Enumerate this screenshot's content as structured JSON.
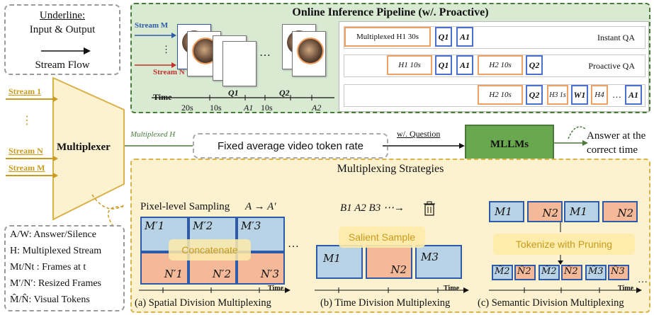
{
  "legend": {
    "underline_title": "Underline:",
    "underline_desc": "Input & Output",
    "stream_flow": "Stream Flow"
  },
  "inputs": {
    "stream1": "Stream 1",
    "dots": "⋮",
    "streamN": "Stream N",
    "streamM": "Stream M",
    "multiplexer": "Multiplexer"
  },
  "pipeline": {
    "title": "Online Inference Pipeline (w/. Proactive)",
    "stream_m": "Stream M",
    "stream_n": "Stream N",
    "frame_dots": "⋮",
    "ellipsis": "…",
    "time_label": "Time",
    "timeline_labels": [
      "20s",
      "10s",
      "Q1",
      "A1",
      "10s",
      "Q2",
      "A2"
    ],
    "rows": [
      {
        "label": "Instant QA",
        "tokens": [
          "Multiplexed H1 30s",
          "Q1",
          "A1"
        ]
      },
      {
        "label": "Proactive QA",
        "tokens": [
          "H1 10s",
          "Q1",
          "A1",
          "H2 10s",
          "Q2"
        ]
      },
      {
        "label": "",
        "tokens": [
          "H2 10s",
          "Q2",
          "H3 1s",
          "W1",
          "H4",
          "…",
          "A1"
        ]
      }
    ]
  },
  "middle": {
    "multiplexed_h": "Multiplexed H",
    "token_rate": "Fixed average video token rate",
    "with_question": "w/. Question",
    "mllm": "MLLMs",
    "answer1": "Answer at the",
    "answer2": "correct time"
  },
  "strategies": {
    "title": "Multiplexing Strategies",
    "pixel_sampling": "Pixel-level Sampling",
    "pixel_formula": "A → A′",
    "tiles_top": [
      "M′1",
      "M′2",
      "M′3"
    ],
    "tiles_bottom": [
      "N′1",
      "N′2",
      "N′3"
    ],
    "concatenate": "Concatenate",
    "seq": "B1  A2  B3 ⋯→",
    "salient": "Salient Sample",
    "time_tiles": [
      "M1",
      "N2",
      "M3"
    ],
    "semantic_top": [
      "M1",
      "N2",
      "M1",
      "N2"
    ],
    "tokenize": "Tokenize with Pruning",
    "semantic_bottom": [
      "M̂2",
      "N̂2",
      "M̂2",
      "N̂2",
      "M̂3",
      "N̂3"
    ],
    "time": "Time",
    "cap_a": "(a) Spatial Division Multiplexing",
    "cap_b": "(b) Time Division Multiplexing",
    "cap_c": "(c) Semantic Division Multiplexing",
    "dots": "…"
  },
  "key": {
    "k1": "A/W: Answer/Silence",
    "k2": "H: Multiplexed Stream",
    "k3": "Mt/Nt : Frames at t",
    "k4": "M′/N′: Resized Frames",
    "k5": "M̂/N̂: Visual Tokens"
  },
  "colors": {
    "green": "#4a7a3a",
    "gold": "#c99a1c",
    "blue": "#2e5aa8",
    "orange": "#f0a060",
    "red": "#c0322e"
  }
}
